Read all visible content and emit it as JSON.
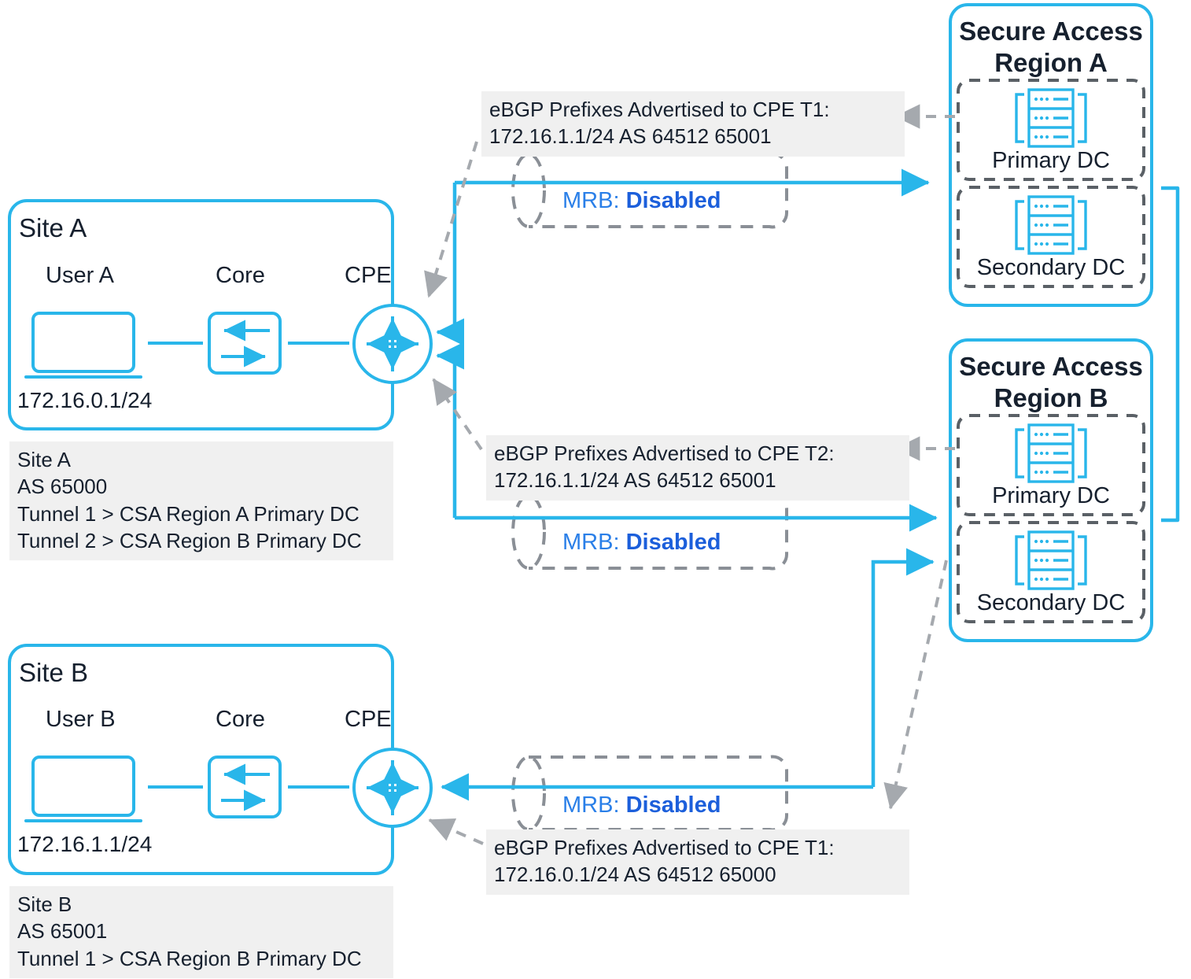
{
  "meta": {
    "colors": {
      "cyan": "#29b6ea",
      "dark_text": "#16202e",
      "gray_dash": "#8a8f96",
      "panel_bg": "#f0f0f0",
      "mrb_key": "#2a7fe8",
      "mrb_value": "#1c5fdb"
    }
  },
  "sites": [
    {
      "id": "site-a",
      "title": "Site A",
      "user_label": "User A",
      "core_label": "Core",
      "cpe_label": "CPE",
      "ip": "172.16.0.1/24",
      "info": "Site A\nAS 65000\nTunnel 1 > CSA Region A Primary DC\nTunnel 2 > CSA Region B Primary DC"
    },
    {
      "id": "site-b",
      "title": "Site B",
      "user_label": "User B",
      "core_label": "Core",
      "cpe_label": "CPE",
      "ip": "172.16.1.1/24",
      "info": "Site B\nAS 65001\nTunnel 1 > CSA Region B Primary DC"
    }
  ],
  "regions": [
    {
      "id": "region-a",
      "title": "Secure Access\nRegion A",
      "datacenters": [
        {
          "id": "region-a-primary",
          "label": "Primary DC",
          "icon": "server-rack-icon"
        },
        {
          "id": "region-a-secondary",
          "label": "Secondary DC",
          "icon": "server-rack-icon"
        }
      ]
    },
    {
      "id": "region-b",
      "title": "Secure Access\nRegion B",
      "datacenters": [
        {
          "id": "region-b-primary",
          "label": "Primary DC",
          "icon": "server-rack-icon"
        },
        {
          "id": "region-b-secondary",
          "label": "Secondary DC",
          "icon": "server-rack-icon"
        }
      ]
    }
  ],
  "ebgp_notes": [
    {
      "id": "ebgp-note-top",
      "line1": "eBGP Prefixes Advertised to CPE T1:",
      "line2": "172.16.1.1/24 AS 64512 65001"
    },
    {
      "id": "ebgp-note-middle",
      "line1": "eBGP Prefixes Advertised to CPE T2:",
      "line2": "172.16.1.1/24 AS 64512 65001"
    },
    {
      "id": "ebgp-note-bottom",
      "line1": "eBGP Prefixes Advertised to CPE T1:",
      "line2": "172.16.0.1/24 AS 64512 65000"
    }
  ],
  "tunnels": [
    {
      "id": "tunnel-top",
      "mrb_key": "MRB:",
      "mrb_value": "Disabled"
    },
    {
      "id": "tunnel-middle",
      "mrb_key": "MRB:",
      "mrb_value": "Disabled"
    },
    {
      "id": "tunnel-bottom",
      "mrb_key": "MRB:",
      "mrb_value": "Disabled"
    }
  ]
}
